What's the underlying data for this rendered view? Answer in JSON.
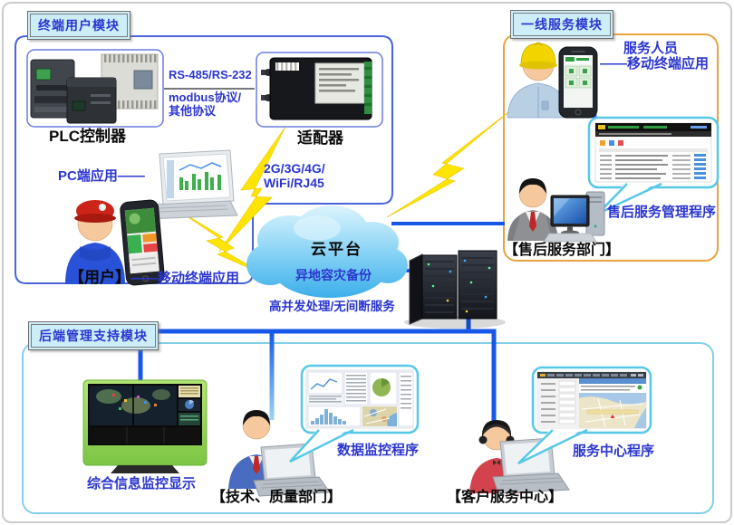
{
  "modules": {
    "terminal_user": {
      "title": "终端用户模块",
      "plc_label": "PLC控制器",
      "protocol_line1": "RS-485/RS-232",
      "protocol_line2": "modbus协议/",
      "protocol_line3": "其他协议",
      "adapter_label": "适配器",
      "network_line1": "2G/3G/4G/",
      "network_line2": "WiFi/RJ45",
      "pc_app_label": "PC端应用——",
      "user_label": "【用户】",
      "user_mobile_label": "——移动终端应用"
    },
    "frontline": {
      "title": "一线服务模块",
      "staff_label": "服务人员",
      "staff_mobile_label": "——移动终端应用",
      "program_label": "售后服务管理程序",
      "dept_label": "【售后服务部门】"
    },
    "backend": {
      "title": "后端管理支持模块",
      "monitor_label": "综合信息监控显示",
      "data_program_label": "数据监控程序",
      "tech_dept_label": "【技术、质量部门】",
      "service_program_label": "服务中心程序",
      "cs_dept_label": "【客户服务中心】"
    }
  },
  "cloud": {
    "platform_label": "云平台",
    "backup_label": "异地容灾备份",
    "caption": "高并发处理/无间断服务"
  },
  "icons": {
    "cloud": "cloud-shape",
    "server": "server-rack",
    "lightning": "lightning-bolt",
    "plc": "plc-controllers",
    "adapter": "iot-adapter-device",
    "laptop": "laptop",
    "smartphone": "smartphone",
    "video_wall": "monitoring-video-wall",
    "workstation": "desktop-workstation"
  },
  "colors": {
    "connection_line": "#1757E8",
    "module_terminal_border": "#4A63D8",
    "module_frontline_border": "#E8A23F",
    "module_backend_border": "#7FD0E8",
    "lightning": "#FFE400",
    "text_blue": "#2B36CF",
    "bubble_border": "#56C8E8",
    "cloud_top": "#D6F2FD",
    "cloud_bottom": "#3AAEEA"
  }
}
